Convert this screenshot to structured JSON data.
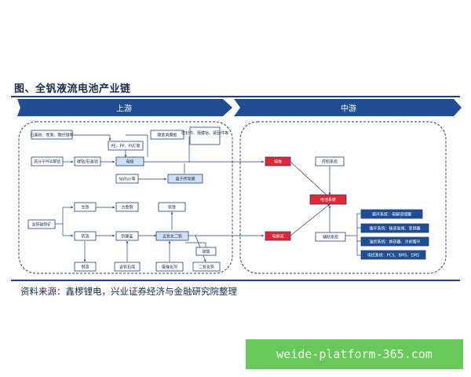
{
  "title": "图、全钒液流电池产业链",
  "upstream_label": "上游",
  "midstream_label": "中游",
  "source": "资料来源：鑫椤锂电，兴业证券经济与金融研究院整理",
  "watermark": "weide-platform-365.com",
  "colors": {
    "navy": "#1f3f7a",
    "light_blue": "#cfe0f2",
    "red": "#e32636",
    "white": "#ffffff"
  },
  "nodes": {
    "graphite_felt": "石墨粉、炭黑、碳纤维等",
    "pe_pp_pvc": "PE、PP、PVC等",
    "carbon_plastic": "碳素类膜板",
    "polymer_pfa": "高分子PFA等钴",
    "carbon_graphite": "碳钻/石墨钴",
    "electrode": "电极",
    "other_parts": "密封件、隔膜钴、紧固件等",
    "nafion": "Nafion等",
    "ion_membrane": "离子传导膜",
    "vanadium_ore": "含钒磁铁矿",
    "iron_ore": "生铁",
    "alloy_steel": "合金钢",
    "vanadium_iron": "钒铁",
    "vanadium_slag": "钒渣",
    "vanadium_salt": "钒酸盐",
    "vanadium_pentoxide": "五氧化二钒",
    "sulfuric_acid": "硫酸",
    "steel_slag": "钢渣",
    "stone_coal": "含钒石煤",
    "spent_catalyst": "废催化剂",
    "vanadium_dioxide": "二氧化钒",
    "stack": "电堆",
    "electrolyte": "电解液",
    "control_system": "控制系统",
    "battery_system": "电池系统",
    "support_system": "辅助系统",
    "pipe_system": "循环系统：电解液储罐",
    "heat_system": "循环系统：输液泵阀、变频器",
    "temp_system": "温控系统：换热器、冷却循环",
    "bms_system": "电控系统：PCS、BMS、EMS"
  }
}
